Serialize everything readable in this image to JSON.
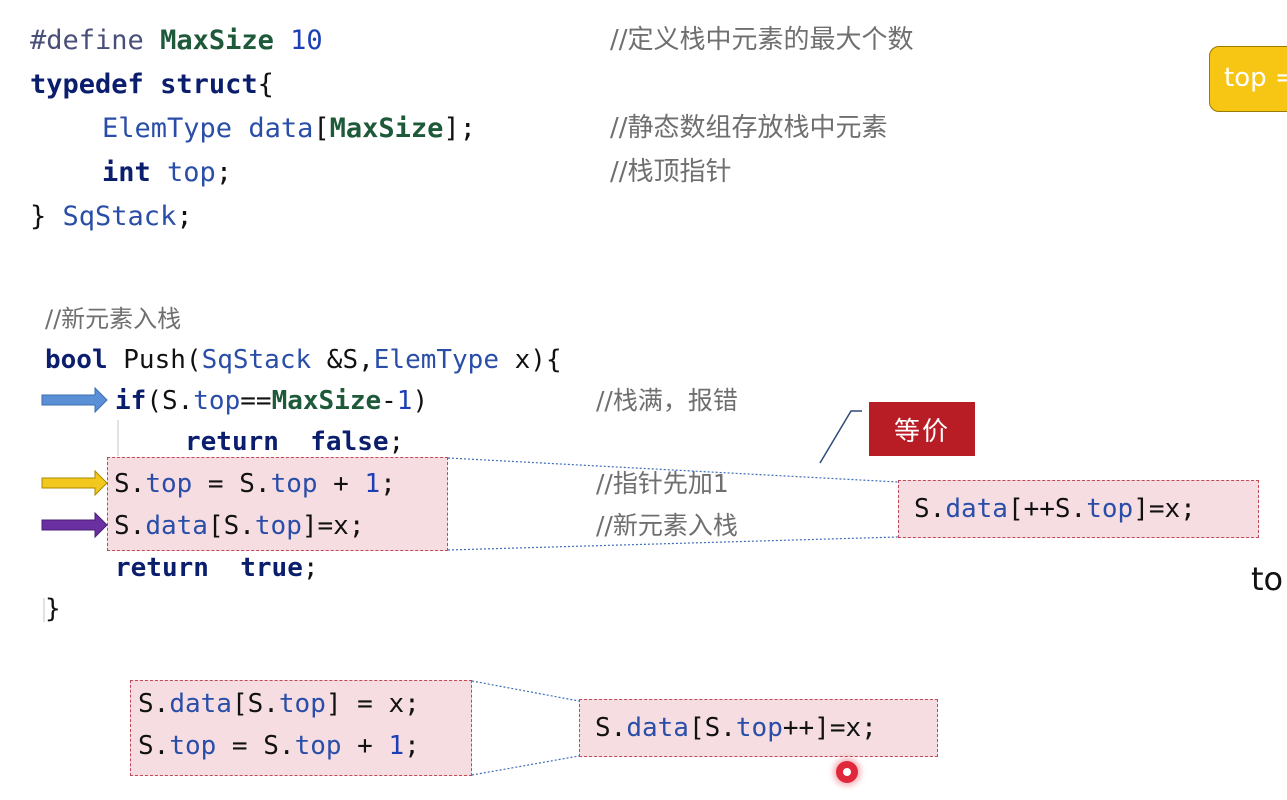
{
  "struct_code": {
    "define_kw": "#define",
    "define_name": "MaxSize",
    "define_value": "10",
    "define_comment": "//定义栈中元素的最大个数",
    "typedef_kw": "typedef",
    "struct_kw": "struct",
    "open_brace": "{",
    "data_type": "ElemType",
    "data_decl": "data",
    "data_bracket_open": "[",
    "data_size": "MaxSize",
    "data_bracket_close": "];",
    "data_comment": "//静态数组存放栈中元素",
    "int_kw": "int",
    "top_member": "top",
    "semicolon": ";",
    "top_comment": "//栈顶指针",
    "close_brace": "}",
    "struct_name": "SqStack",
    "close_semicolon": ";"
  },
  "push_code": {
    "header_comment": "//新元素入栈",
    "bool_kw": "bool",
    "func_name": "Push(",
    "param_type": "SqStack",
    "param_ref": "&S,",
    "param_elem": "ElemType",
    "param_x": "x){",
    "if_kw": "if",
    "if_open": "(S.",
    "if_top": "top",
    "if_eq": "==",
    "if_max": "MaxSize",
    "if_minus": "-",
    "if_one": "1",
    "if_close": ")",
    "if_comment": "//栈满，报错",
    "return_kw": "return",
    "false_kw": "false",
    "false_semi": ";",
    "inc_s1": "S.",
    "inc_top1": "top",
    "inc_mid": " = S.",
    "inc_top2": "top",
    "inc_plus": " + ",
    "inc_one": "1",
    "inc_semi": ";",
    "inc_comment": "//指针先加1",
    "assign_s": "S.",
    "assign_data": "data",
    "assign_mid": "[S.",
    "assign_top": "top",
    "assign_end": "]=x;",
    "assign_comment": "//新元素入栈",
    "return2_kw": "return",
    "true_kw": "true",
    "true_semi": ";",
    "func_close": "}"
  },
  "equivalent_label": "等价",
  "pre_increment": {
    "s": "S.",
    "data": "data",
    "mid": "[++S.",
    "top": "top",
    "end": "]=x;"
  },
  "post_pair": {
    "line1_s": "S.",
    "line1_data": "data",
    "line1_mid": "[S.",
    "line1_top": "top",
    "line1_end": "] = x;",
    "line2_s": "S.",
    "line2_top1": "top",
    "line2_mid": " = S.",
    "line2_top2": "top",
    "line2_plus": " + ",
    "line2_one": "1",
    "line2_semi": ";"
  },
  "post_increment": {
    "s": "S.",
    "data": "data",
    "mid": "[S.",
    "top": "top",
    "end": "++]=x;"
  },
  "top_badge_text": "top =",
  "right_edge_text": "to",
  "colors": {
    "arrow_blue": "#5b8fd6",
    "arrow_yellow": "#f2c81f",
    "arrow_purple": "#6a2fa0",
    "box_fill": "#f6dde2",
    "box_border": "#c04a5a",
    "badge_red": "#b81c25",
    "badge_yellow": "#f7c614",
    "pointer_red": "#e0283c"
  }
}
